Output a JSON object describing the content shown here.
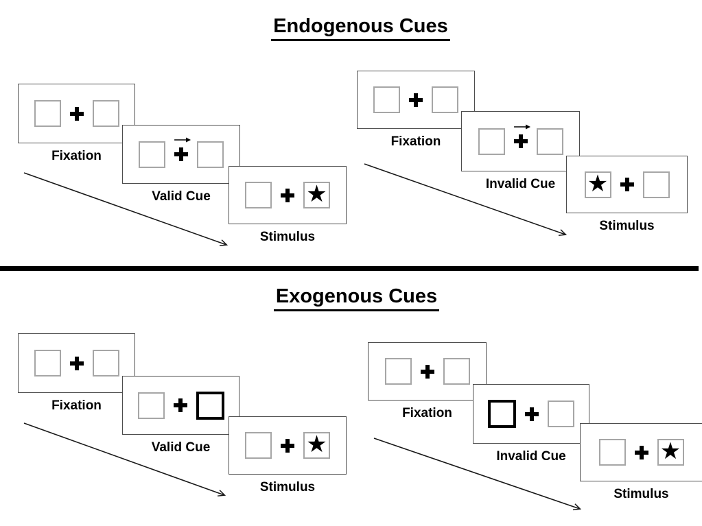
{
  "colors": {
    "background": "#ffffff",
    "ink": "#000000",
    "panel_border": "#4d4d4d",
    "box_border": "#a6a6a6"
  },
  "icons": {
    "stimulus_star": "★",
    "fixation_cross": "plus-cross",
    "cue_direction": "right-arrow",
    "sequence": "diagonal-down-right-arrow"
  },
  "sections": [
    {
      "title": "Endogenous Cues",
      "trials": [
        {
          "name": "valid",
          "panels": [
            {
              "label": "Fixation",
              "left": "empty",
              "right": "empty",
              "arrow": false
            },
            {
              "label": "Valid Cue",
              "left": "empty",
              "right": "empty",
              "arrow": true
            },
            {
              "label": "Stimulus",
              "left": "empty",
              "right": "star",
              "arrow": false
            }
          ]
        },
        {
          "name": "invalid",
          "panels": [
            {
              "label": "Fixation",
              "left": "empty",
              "right": "empty",
              "arrow": false
            },
            {
              "label": "Invalid Cue",
              "left": "empty",
              "right": "empty",
              "arrow": true
            },
            {
              "label": "Stimulus",
              "left": "star",
              "right": "empty",
              "arrow": false
            }
          ]
        }
      ]
    },
    {
      "title": "Exogenous Cues",
      "trials": [
        {
          "name": "valid",
          "panels": [
            {
              "label": "Fixation",
              "left": "empty",
              "right": "empty",
              "arrow": false
            },
            {
              "label": "Valid Cue",
              "left": "empty",
              "right": "thick",
              "arrow": false
            },
            {
              "label": "Stimulus",
              "left": "empty",
              "right": "star",
              "arrow": false
            }
          ]
        },
        {
          "name": "invalid",
          "panels": [
            {
              "label": "Fixation",
              "left": "empty",
              "right": "empty",
              "arrow": false
            },
            {
              "label": "Invalid Cue",
              "left": "thick",
              "right": "empty",
              "arrow": false
            },
            {
              "label": "Stimulus",
              "left": "empty",
              "right": "star",
              "arrow": false
            }
          ]
        }
      ]
    }
  ]
}
